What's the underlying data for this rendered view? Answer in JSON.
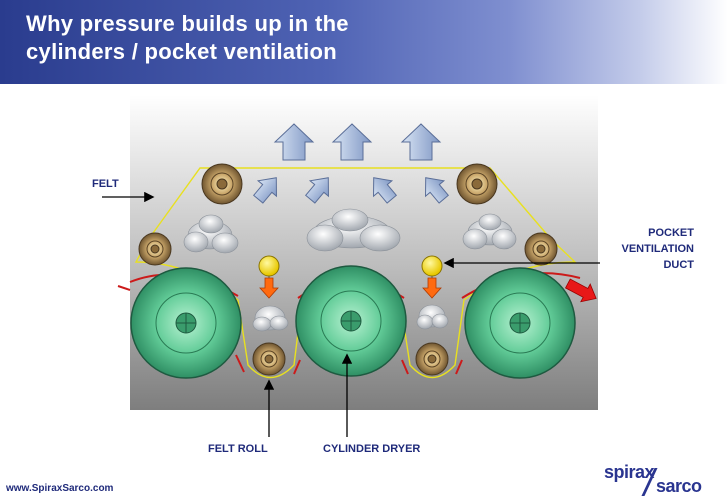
{
  "title": {
    "line1": "Why pressure builds up in the",
    "line2": "cylinders / pocket ventilation"
  },
  "labels": {
    "felt": "FELT",
    "pocket_ventilation_duct": [
      "POCKET",
      "VENTILATION",
      "DUCT"
    ],
    "felt_roll": "FELT ROLL",
    "cylinder_dryer": "CYLINDER DRYER"
  },
  "footer": {
    "url": "www.SpiraxSarco.com",
    "logo_word1": "spirax",
    "logo_word2": "sarco"
  },
  "colors": {
    "header_dark": "#2a3c8e",
    "label_text": "#1f2a7a",
    "cylinder_green": "#5fcf9a",
    "felt_line": "#e8e020",
    "steam_arrow": "#9fb4d8",
    "duct_yellow": "#ffe000",
    "down_arrow_orange": "#ff6a10",
    "exit_arrow_red": "#e81818"
  }
}
